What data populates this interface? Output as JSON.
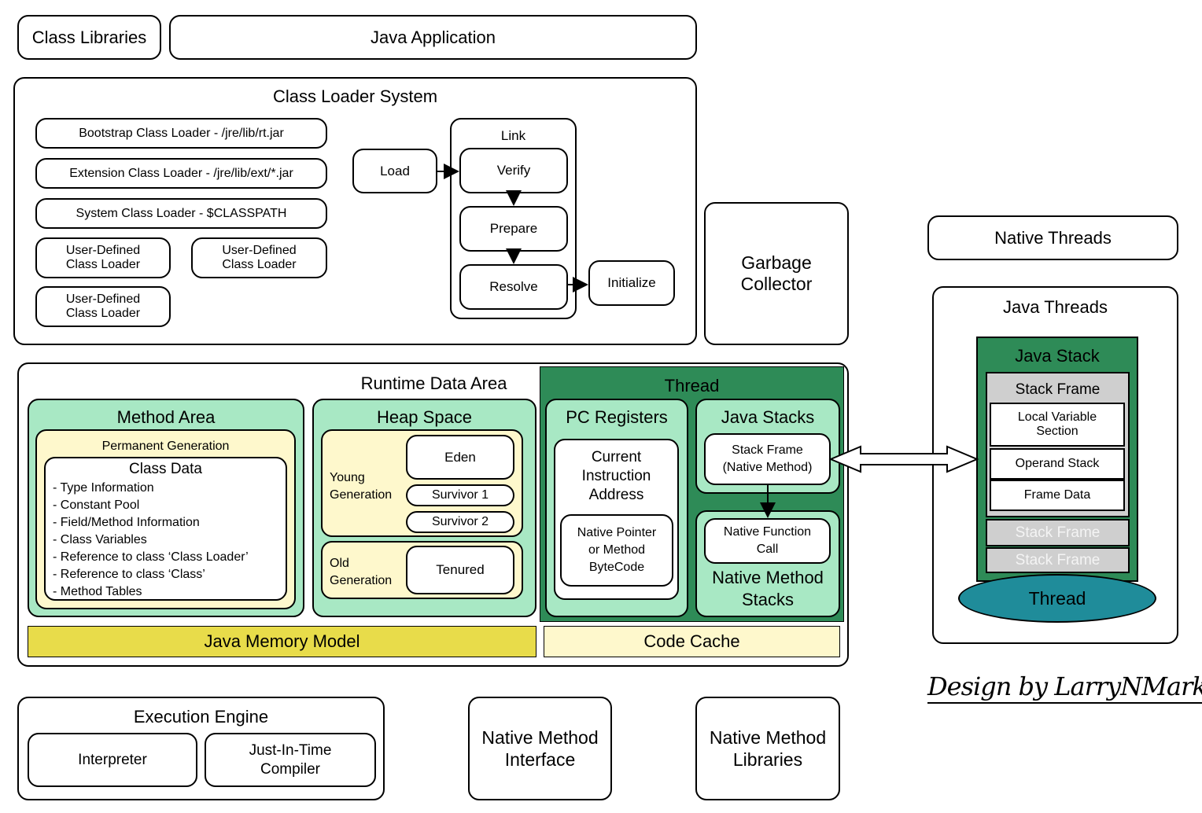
{
  "top": {
    "class_libraries": "Class Libraries",
    "java_application": "Java Application"
  },
  "class_loader": {
    "title": "Class Loader System",
    "bootstrap": "Bootstrap Class Loader - /jre/lib/rt.jar",
    "extension": "Extension Class Loader - /jre/lib/ext/*.jar",
    "system": "System Class Loader - $CLASSPATH",
    "user_defined": "User-Defined\nClass Loader",
    "load": "Load",
    "link": "Link",
    "verify": "Verify",
    "prepare": "Prepare",
    "resolve": "Resolve",
    "initialize": "Initialize"
  },
  "garbage_collector": "Garbage\nCollector",
  "runtime": {
    "title": "Runtime Data Area",
    "method_area": {
      "title": "Method Area",
      "perm_gen": "Permanent Generation",
      "class_data": "Class Data",
      "items": [
        "- Type Information",
        "- Constant Pool",
        "- Field/Method Information",
        "- Class Variables",
        "- Reference to class ‘Class Loader’",
        "- Reference to class ‘Class’",
        "- Method Tables"
      ]
    },
    "heap": {
      "title": "Heap Space",
      "young": "Young\nGeneration",
      "eden": "Eden",
      "survivor1": "Survivor 1",
      "survivor2": "Survivor 2",
      "old": "Old\nGeneration",
      "tenured": "Tenured"
    },
    "thread": {
      "title": "Thread",
      "pc_registers": "PC Registers",
      "current_instruction": "Current\nInstruction\nAddress",
      "native_pointer": "Native Pointer\nor Method\nByteCode",
      "java_stacks": "Java Stacks",
      "stack_frame": "Stack Frame\n(Native Method)",
      "native_function_call": "Native Function\nCall",
      "native_method_stacks": "Native Method\nStacks"
    },
    "java_memory_model": "Java Memory Model",
    "code_cache": "Code Cache"
  },
  "execution_engine": {
    "title": "Execution Engine",
    "interpreter": "Interpreter",
    "jit": "Just-In-Time\nCompiler"
  },
  "native_method_interface": "Native Method\nInterface",
  "native_method_libraries": "Native Method\nLibraries",
  "native_threads": "Native Threads",
  "java_threads": {
    "title": "Java Threads",
    "java_stack": "Java Stack",
    "stack_frame": "Stack Frame",
    "local_variable": "Local Variable\nSection",
    "operand_stack": "Operand Stack",
    "frame_data": "Frame Data",
    "stack_frame_2": "Stack Frame",
    "stack_frame_3": "Stack Frame",
    "thread": "Thread"
  },
  "signature": "Design by LarryNMark",
  "colors": {
    "light_green": "#a8e8c4",
    "dark_green": "#2e8b57",
    "light_yellow": "#fef8cc",
    "mustard": "#e8dc4a",
    "teal": "#1f8c9a",
    "grey": "#cfcfcf"
  }
}
